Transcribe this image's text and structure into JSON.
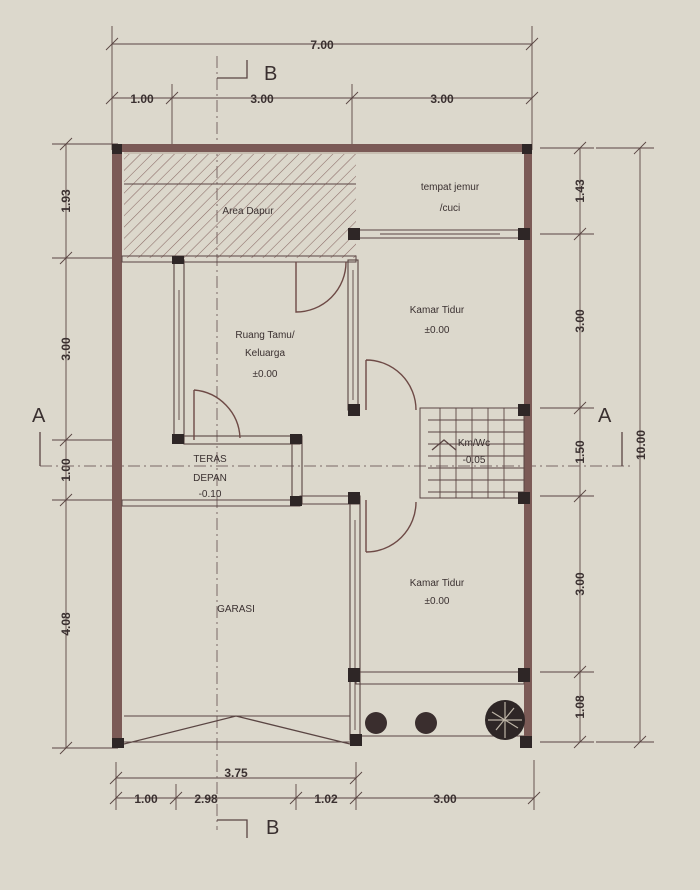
{
  "dimensions": {
    "top_total": "7.00",
    "top_seg_1": "1.00",
    "top_seg_2": "3.00",
    "top_seg_3": "3.00",
    "left_1": "1.93",
    "left_2": "3.00",
    "left_3": "1.00",
    "left_4": "4.08",
    "right_1": "1.43",
    "right_2": "3.00",
    "right_3": "1.50",
    "right_4": "3.00",
    "right_5": "1.08",
    "right_total": "10.00",
    "bottom_1": "3.75",
    "bottom_2a": "1.00",
    "bottom_2b": "2.98",
    "bottom_2c": "1.02",
    "bottom_2d": "3.00"
  },
  "section_markers": {
    "b_top": "B",
    "b_bottom": "B",
    "a_left": "A",
    "a_right": "A"
  },
  "rooms": {
    "dapur": "Area Dapur",
    "jemur_1": "tempat jemur",
    "jemur_2": "/cuci",
    "tamu_1": "Ruang Tamu/",
    "tamu_2": "Keluarga",
    "tamu_3": "±0.00",
    "kamar1_1": "Kamar Tidur",
    "kamar1_2": "±0.00",
    "teras_1": "TERAS",
    "teras_2": "DEPAN",
    "teras_3": "-0.10",
    "kmwc_1": "Km/Wc",
    "kmwc_2": "-0.05",
    "garasi": "GARASI",
    "kamar2_1": "Kamar Tidur",
    "kamar2_2": "±0.00"
  }
}
